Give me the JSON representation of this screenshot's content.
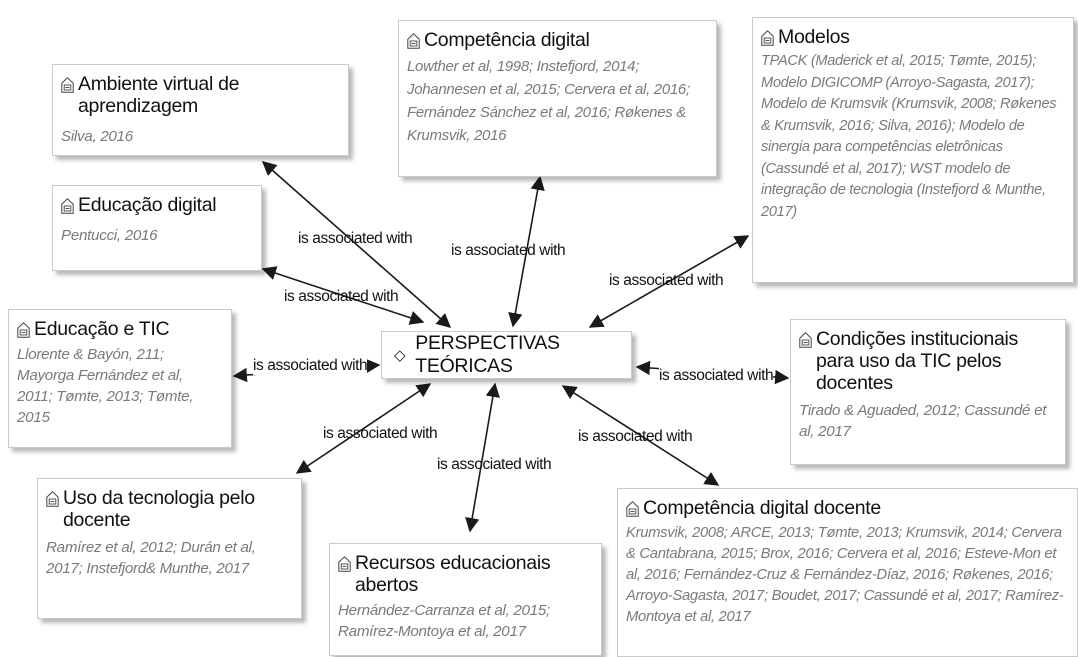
{
  "center": {
    "label": "PERSPECTIVAS TEÓRICAS",
    "marker": "◇"
  },
  "relation_label": "is associated with",
  "nodes": {
    "ambiente": {
      "title": "Ambiente virtual de aprendizagem",
      "refs": "Silva, 2016"
    },
    "educacao_digital": {
      "title": "Educação digital",
      "refs": "Pentucci, 2016"
    },
    "educacao_tic": {
      "title": "Educação e TIC",
      "refs": "Llorente & Bayón, 211; Mayorga Fernández et al, 2011; Tømte, 2013; Tømte, 2015"
    },
    "uso_tecnologia": {
      "title": "Uso da tecnologia pelo docente",
      "refs": "Ramírez et al, 2012; Durán et al, 2017; Instefjord& Munthe, 2017"
    },
    "recursos": {
      "title": "Recursos educacionais abertos",
      "refs": "Hernández-Carranza et al, 2015; Ramírez-Montoya et al, 2017"
    },
    "competencia_docente": {
      "title": "Competência digital docente",
      "refs": "Krumsvik, 2008; ARCE, 2013; Tømte, 2013; Krumsvik, 2014; Cervera & Cantabrana, 2015; Brox, 2016; Cervera et al, 2016; Esteve-Mon et al, 2016; Fernández-Cruz & Fernández-Díaz, 2016; Røkenes, 2016; Arroyo-Sagasta, 2017; Boudet, 2017; Cassundé et al, 2017; Ramírez-Montoya et al, 2017"
    },
    "condicoes": {
      "title": "Condições institucionais para uso da TIC pelos docentes",
      "refs": "Tirado & Aguaded, 2012; Cassundé et al, 2017"
    },
    "modelos": {
      "title": "Modelos",
      "refs": "TPACK (Maderick et al, 2015; Tømte, 2015); Modelo DIGICOMP (Arroyo-Sagasta, 2017); Modelo de Krumsvik (Krumsvik, 2008; Røkenes & Krumsvik, 2016; Silva, 2016); Modelo de sinergia para competências eletrônicas (Cassundé et al, 2017); WST modelo de integração de tecnologia (Instefjord & Munthe, 2017)"
    },
    "competencia_digital": {
      "title": "Competência digital",
      "refs": "Lowther et al, 1998; Instefjord, 2014; Johannesen et al, 2015; Cervera et al, 2016; Fernández Sánchez et al, 2016; Røkenes & Krumsvik, 2016"
    }
  },
  "colors": {
    "edge": "#1a1a1a",
    "refs_text": "#7a7a7a",
    "node_border": "#c9c9c9"
  }
}
